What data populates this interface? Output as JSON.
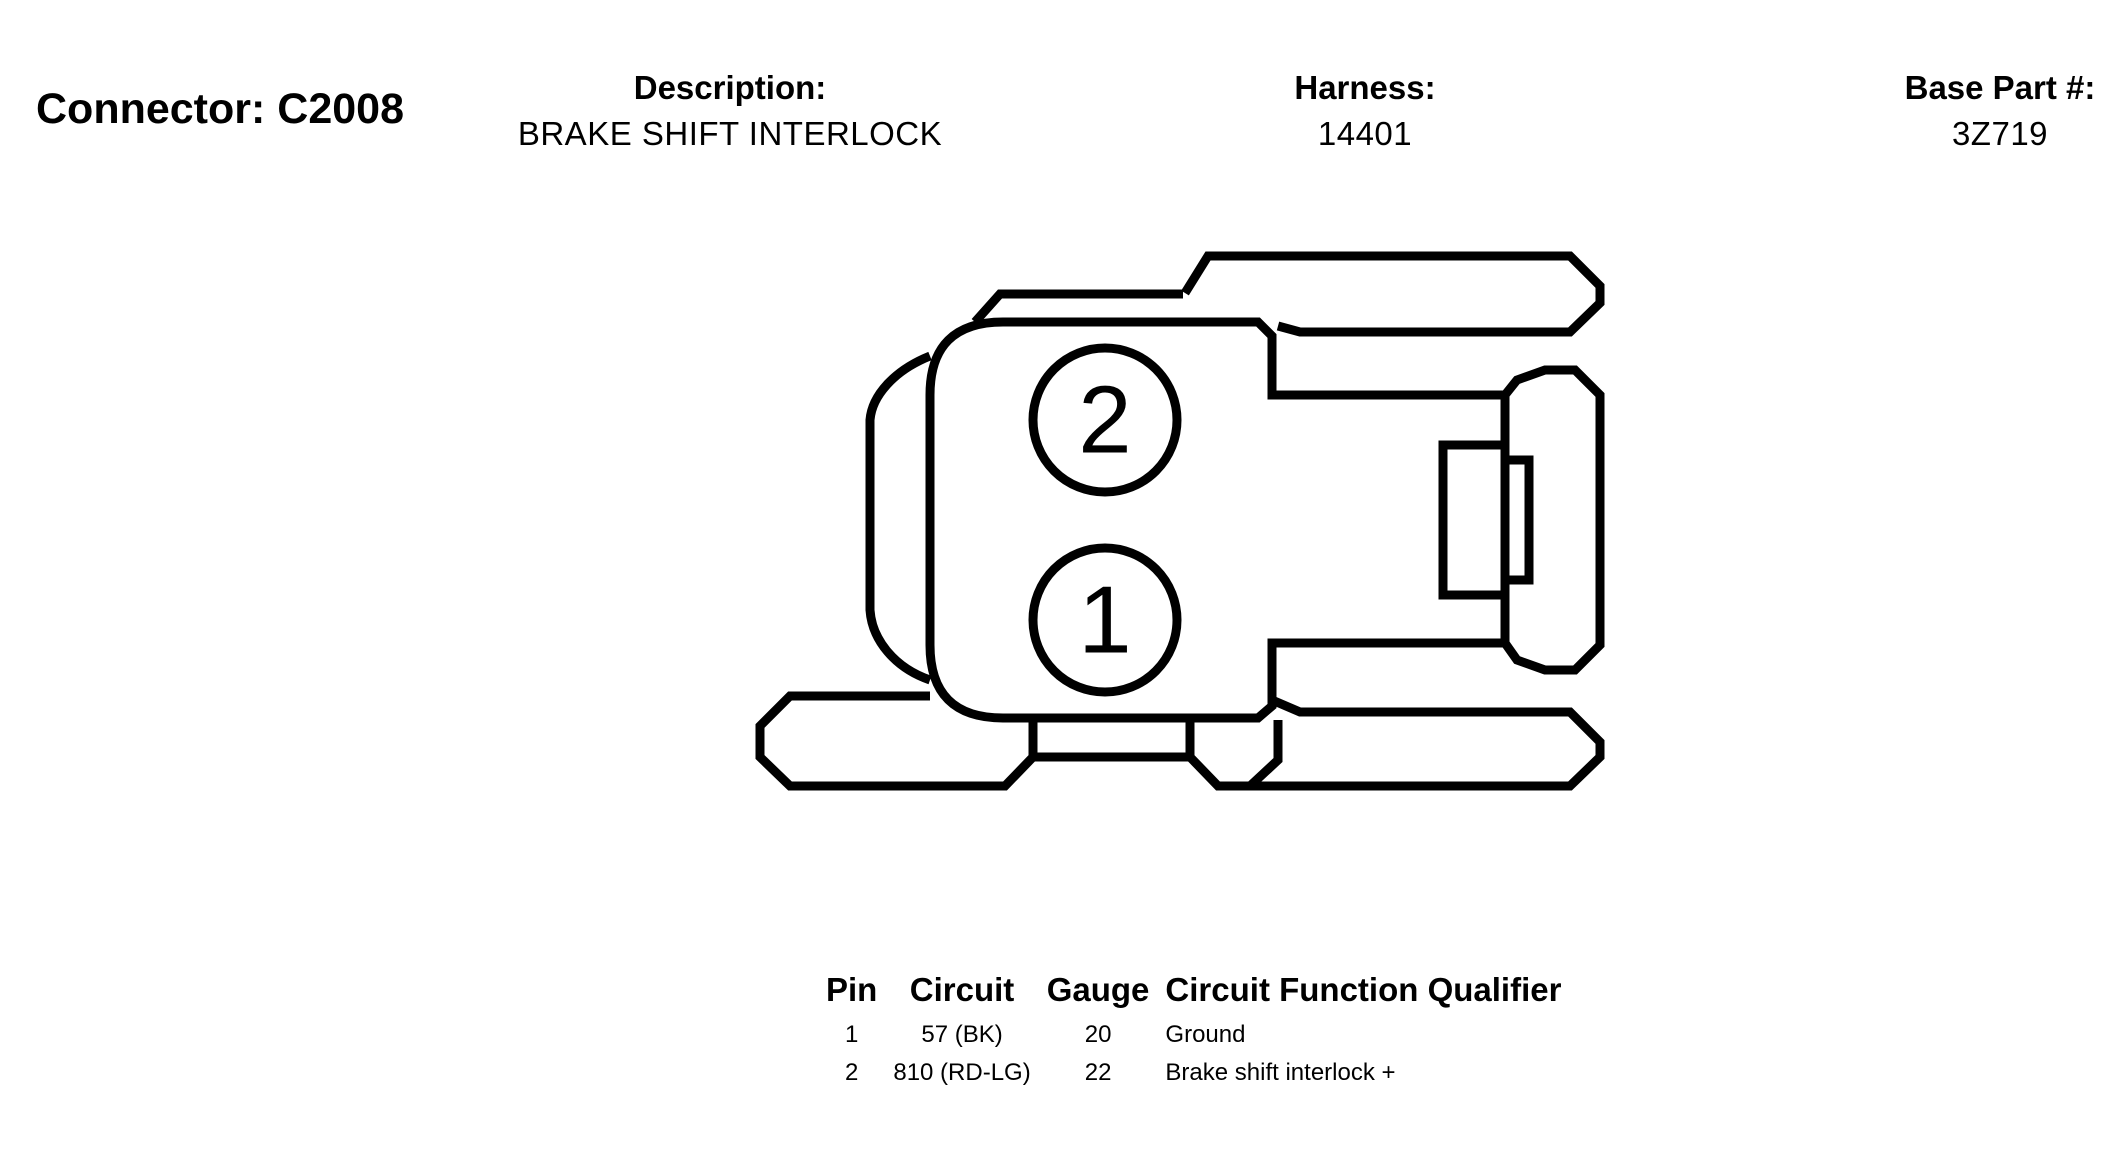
{
  "header": {
    "connector_title": "Connector: C2008",
    "description_label": "Description:",
    "description_value": "BRAKE SHIFT INTERLOCK",
    "harness_label": "Harness:",
    "harness_value": "14401",
    "base_part_label": "Base Part #:",
    "base_part_value": "3Z719"
  },
  "diagram": {
    "pins": [
      {
        "number": "2"
      },
      {
        "number": "1"
      }
    ],
    "stroke_color": "#000000",
    "fill_color": "#ffffff"
  },
  "table": {
    "headers": [
      "Pin",
      "Circuit",
      "Gauge",
      "Circuit Function Qualifier"
    ],
    "rows": [
      {
        "pin": "1",
        "circuit": "57 (BK)",
        "gauge": "20",
        "function": "Ground"
      },
      {
        "pin": "2",
        "circuit": "810 (RD-LG)",
        "gauge": "22",
        "function": "Brake shift interlock +"
      }
    ]
  }
}
